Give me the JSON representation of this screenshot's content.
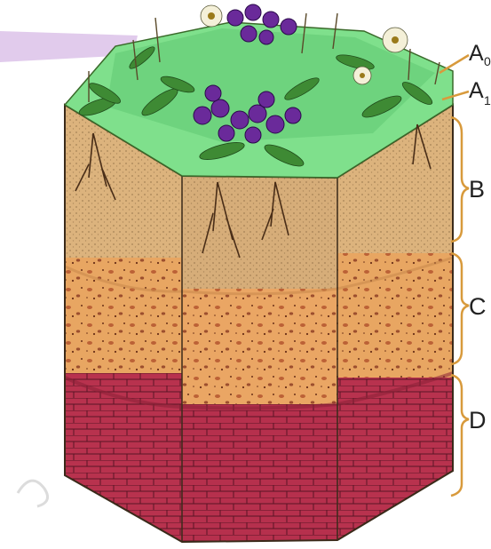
{
  "labels": {
    "a0_main": "A",
    "a0_sub": "0",
    "a1_main": "A",
    "a1_sub": "1",
    "b": "B",
    "c": "C",
    "d": "D"
  },
  "colors": {
    "grass": "#7ee08a",
    "horizon_b": "#d8b07a",
    "horizon_c": "#e6a460",
    "horizon_d": "#b5344f",
    "bracket": "#d89a3c",
    "flower_purple": "#6a2a9a"
  }
}
